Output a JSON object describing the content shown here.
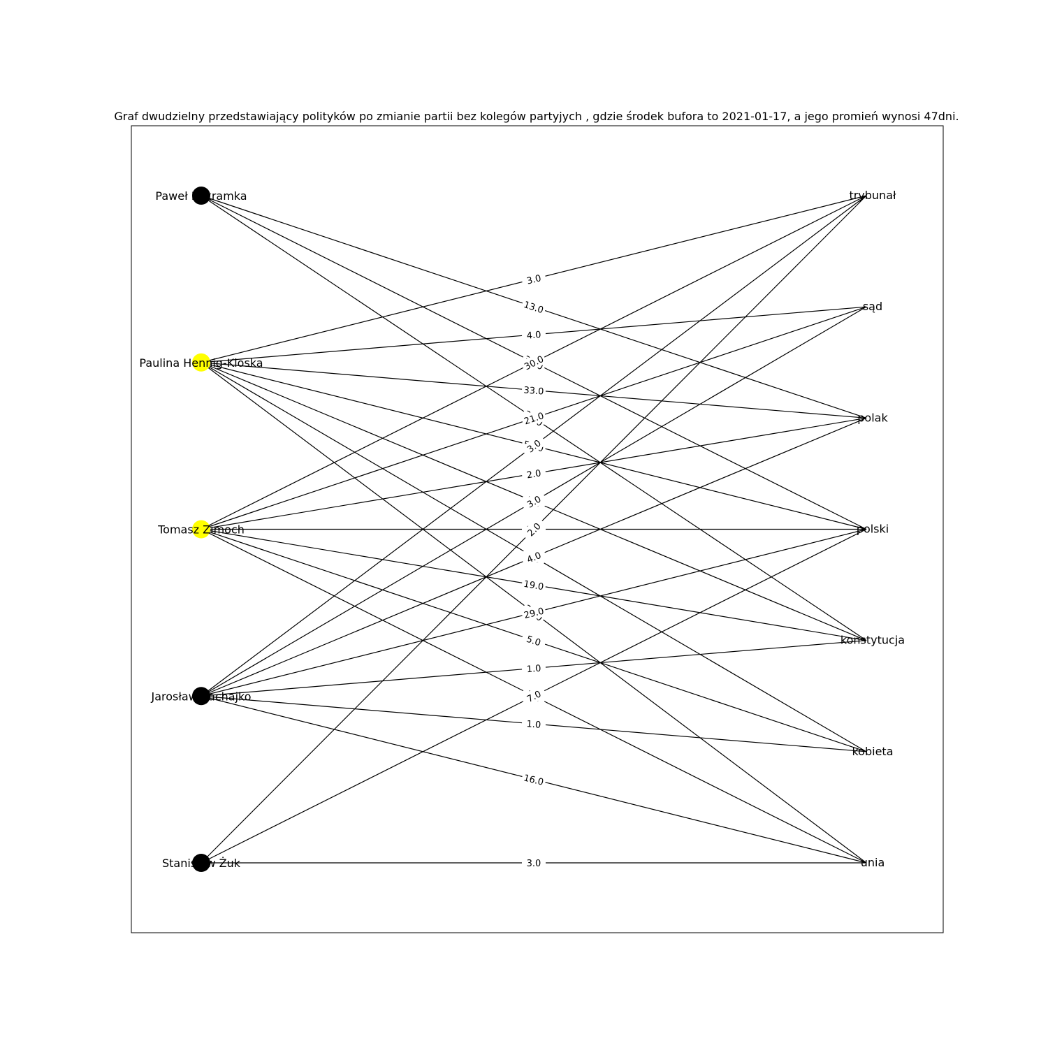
{
  "title": "Graf dwudzielny przedstawiający polityków  po zmianie partii bez kolegów partyjych , gdzie środek bufora to 2021-01-17, a jego promień wynosi 47dni.",
  "politicians": [
    {
      "name": "Paweł Kukramka",
      "color": "#000000"
    },
    {
      "name": "Paulina Hennig-Kloska",
      "color": "#ffff00"
    },
    {
      "name": "Tomasz Zimoch",
      "color": "#ffff00"
    },
    {
      "name": "Jarosław Sachajko",
      "color": "#000000"
    },
    {
      "name": "Stanisław Żuk",
      "color": "#000000"
    }
  ],
  "words": [
    "trybunał",
    "sąd",
    "polak",
    "polski",
    "konstytucja",
    "kobieta",
    "unia"
  ],
  "edges": [
    {
      "from": 0,
      "to": 2,
      "weight": "13.0"
    },
    {
      "from": 0,
      "to": 3,
      "weight": "30.0"
    },
    {
      "from": 0,
      "to": 4,
      "weight": "21.0"
    },
    {
      "from": 1,
      "to": 0,
      "weight": "3.0"
    },
    {
      "from": 1,
      "to": 1,
      "weight": "4.0"
    },
    {
      "from": 1,
      "to": 2,
      "weight": "33.0"
    },
    {
      "from": 1,
      "to": 3,
      "weight": "53.0"
    },
    {
      "from": 1,
      "to": 4,
      "weight": "3.0"
    },
    {
      "from": 1,
      "to": 5,
      "weight": "4.0"
    },
    {
      "from": 1,
      "to": 6,
      "weight": "29.0"
    },
    {
      "from": 2,
      "to": 0,
      "weight": "30.0"
    },
    {
      "from": 2,
      "to": 1,
      "weight": "21.0"
    },
    {
      "from": 2,
      "to": 2,
      "weight": "2.0"
    },
    {
      "from": 2,
      "to": 3,
      "weight": "2.0"
    },
    {
      "from": 2,
      "to": 4,
      "weight": "19.0"
    },
    {
      "from": 2,
      "to": 5,
      "weight": "5.0"
    },
    {
      "from": 2,
      "to": 6,
      "weight": "7.0"
    },
    {
      "from": 3,
      "to": 0,
      "weight": "3.0"
    },
    {
      "from": 3,
      "to": 1,
      "weight": "3.0"
    },
    {
      "from": 3,
      "to": 2,
      "weight": "4.0"
    },
    {
      "from": 3,
      "to": 3,
      "weight": "29.0"
    },
    {
      "from": 3,
      "to": 4,
      "weight": "1.0"
    },
    {
      "from": 3,
      "to": 5,
      "weight": "1.0"
    },
    {
      "from": 3,
      "to": 6,
      "weight": "16.0"
    },
    {
      "from": 4,
      "to": 0,
      "weight": "2.0"
    },
    {
      "from": 4,
      "to": 3,
      "weight": "7.0"
    },
    {
      "from": 4,
      "to": 6,
      "weight": "3.0"
    }
  ]
}
